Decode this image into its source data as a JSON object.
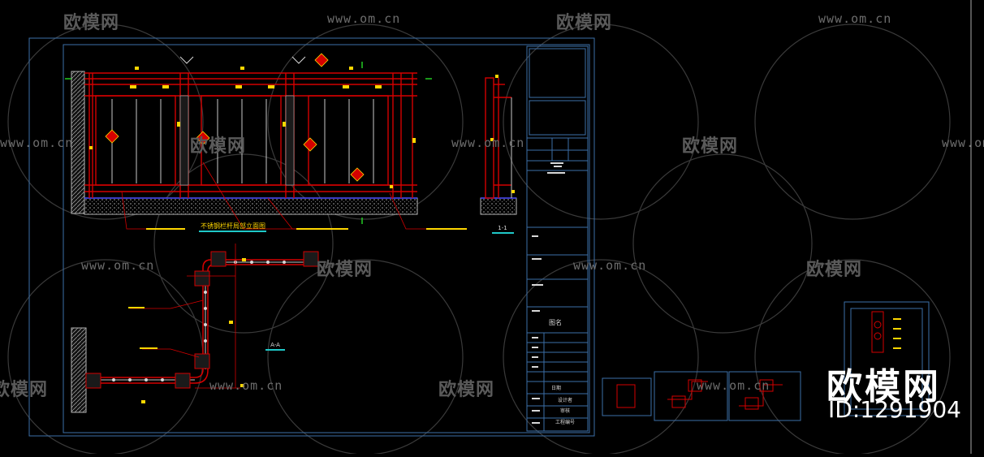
{
  "watermark": {
    "url": "www.om.cn",
    "brand": "欧模网"
  },
  "badge": {
    "brand": "欧模网",
    "id_text": "ID:1291904"
  },
  "drawing": {
    "elevation_title": "不锈钢栏杆局部立面图",
    "section_label": "1-1",
    "plan_label": "A-A",
    "title_block_name_label": "图名",
    "title_block_rows": [
      "日期",
      "设计者",
      "审核",
      "工程编号"
    ],
    "colors": {
      "background": "#000000",
      "frame": "#3c6fa8",
      "rail": "#d40000",
      "wall": "#b5b5b5",
      "marker": "#ffd700",
      "title_bar": "#1fc8c8"
    }
  }
}
